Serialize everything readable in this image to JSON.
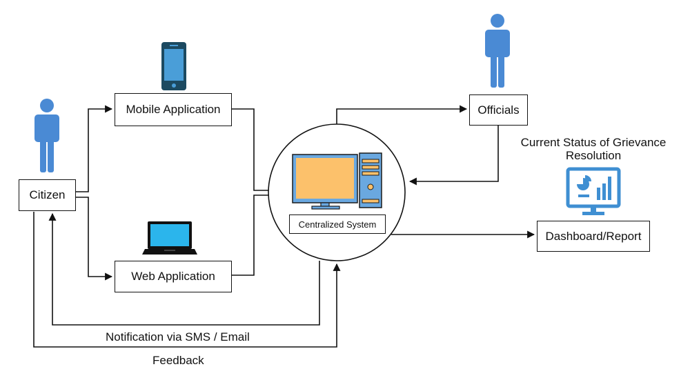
{
  "nodes": {
    "citizen": "Citizen",
    "mobile_app": "Mobile Application",
    "web_app": "Web Application",
    "central": "Centralized System",
    "officials": "Officials",
    "dashboard": "Dashboard/Report"
  },
  "labels": {
    "status_title": "Current Status of Grievance\nResolution",
    "notification": "Notification via SMS / Email",
    "feedback": "Feedback"
  },
  "colors": {
    "person": "#4a8ad4",
    "monitor_screen": "#fcc16b",
    "monitor_frame": "#6aa8e0",
    "phone_body": "#1c4a61",
    "phone_screen": "#4a9ed8",
    "laptop_screen": "#2bb5ec",
    "dashboard_icon": "#3f8fd2"
  },
  "icons": [
    "person-icon",
    "smartphone-icon",
    "laptop-icon",
    "desktop-computer-icon",
    "dashboard-chart-icon"
  ]
}
